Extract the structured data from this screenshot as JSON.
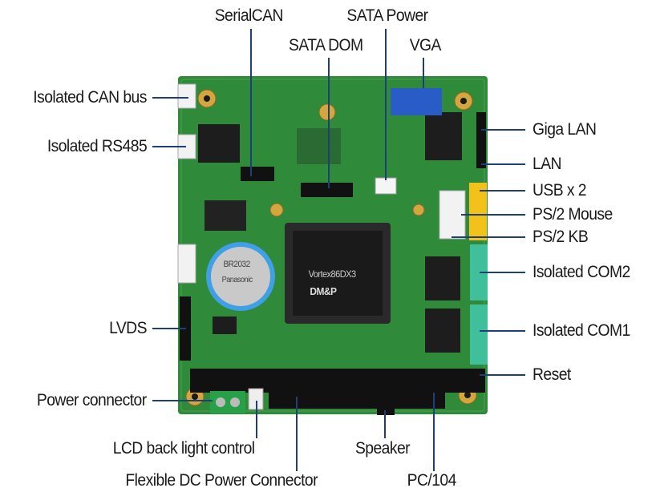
{
  "labels": {
    "serial_can": "SerialCAN",
    "sata_power": "SATA Power",
    "sata_dom": "SATA DOM",
    "vga": "VGA",
    "isolated_can_bus": "Isolated CAN bus",
    "isolated_rs485": "Isolated RS485",
    "lvds": "LVDS",
    "power_connector": "Power connector",
    "lcd_back_light_control": "LCD back light control",
    "flexible_dc_power_connector": "Flexible DC Power Connector",
    "speaker": "Speaker",
    "pc104": "PC/104",
    "giga_lan": "Giga LAN",
    "lan": "LAN",
    "usb_x2": "USB x 2",
    "ps2_mouse": "PS/2 Mouse",
    "ps2_kb": "PS/2 KB",
    "isolated_com2": "Isolated COM2",
    "isolated_com1": "Isolated COM1",
    "reset": "Reset"
  },
  "board": {
    "cpu_brand": "DM&P",
    "cpu_model": "Vortex86DX3",
    "battery_label": "BR2032",
    "battery_brand": "Panasonic"
  },
  "colors": {
    "pcb": "#2f8a3a",
    "leader_line": "#1f3f7a",
    "vga_connector": "#2a5cc8",
    "usb_ps2": "#f2c21b",
    "com_connector": "#3fbf9a"
  }
}
